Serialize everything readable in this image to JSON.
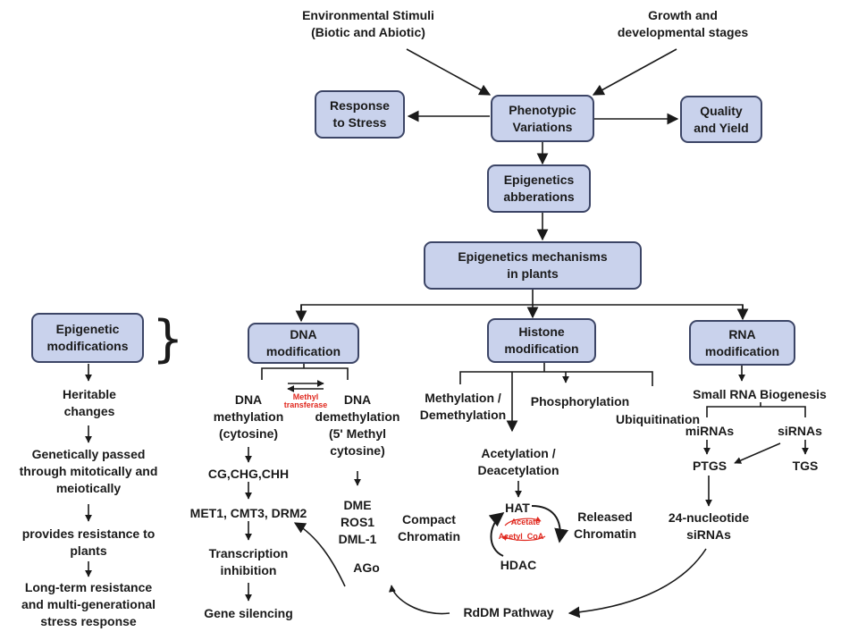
{
  "top": {
    "env_stimuli": "Environmental Stimuli\n(Biotic and Abiotic)",
    "growth": "Growth and\ndevelopmental stages"
  },
  "boxes": {
    "response_stress": "Response\nto Stress",
    "phenotypic": "Phenotypic\nVariations",
    "quality_yield": "Quality\nand Yield",
    "aberrations": "Epigenetics\nabberations",
    "mechanisms": "Epigenetics mechanisms\nin plants",
    "epigenetic_mod": "Epigenetic\nmodifications",
    "dna_mod": "DNA\nmodification",
    "histone_mod": "Histone\nmodification",
    "rna_mod": "RNA\nmodification"
  },
  "left_column": {
    "heritable": "Heritable\nchanges",
    "genetically": "Genetically passed\nthrough mitotically and\nmeiotically",
    "provides": "provides resistance to\nplants",
    "long_term": "Long-term resistance\nand multi-generational\nstress response"
  },
  "dna_branch": {
    "methylation": "DNA\nmethylation\n(cytosine)",
    "methyl_transferase": "Methyl\ntransferase",
    "demethylation": "DNA\ndemethylation\n(5' Methyl\ncytosine)",
    "contexts": "CG,CHG,CHH",
    "enzymes": "MET1, CMT3, DRM2",
    "transcription": "Transcription\ninhibition",
    "silencing": "Gene silencing",
    "dme": "DME\nROS1\nDML-1",
    "ago": "AGo"
  },
  "histone_branch": {
    "methylation": "Methylation /\nDemethylation",
    "phosphorylation": "Phosphorylation",
    "ubiquitination": "Ubiquitination",
    "acetylation": "Acetylation /\nDeacetylation",
    "hat": "HAT",
    "hdac": "HDAC",
    "acetate": "Acetate",
    "acetyl_coa": "Acetyl  CoA",
    "compact": "Compact\nChromatin",
    "released": "Released\nChromatin"
  },
  "rna_branch": {
    "biogenesis": "Small RNA Biogenesis",
    "mirnas": "miRNAs",
    "sirnas": "siRNAs",
    "ptgs": "PTGS",
    "tgs": "TGS",
    "nucleotide": "24-nucleotide\nsiRNAs",
    "rddm": "RdDM Pathway"
  },
  "colors": {
    "box_fill": "#c9d2ec",
    "box_border": "#3c4566",
    "accent_red": "#e0281e",
    "line": "#1a1a1a"
  }
}
